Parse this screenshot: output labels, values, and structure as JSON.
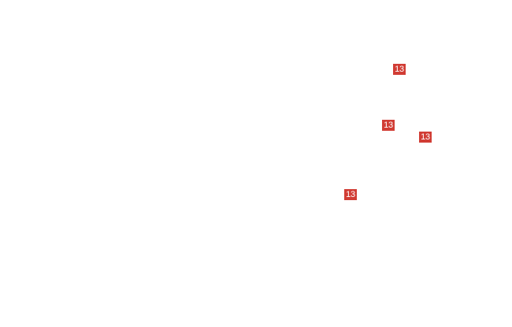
{
  "markers": [
    {
      "label": "13",
      "color": "#d13d35"
    },
    {
      "label": "13",
      "color": "#d13d35"
    },
    {
      "label": "13",
      "color": "#d13d35"
    },
    {
      "label": "13",
      "color": "#d13d35"
    }
  ]
}
